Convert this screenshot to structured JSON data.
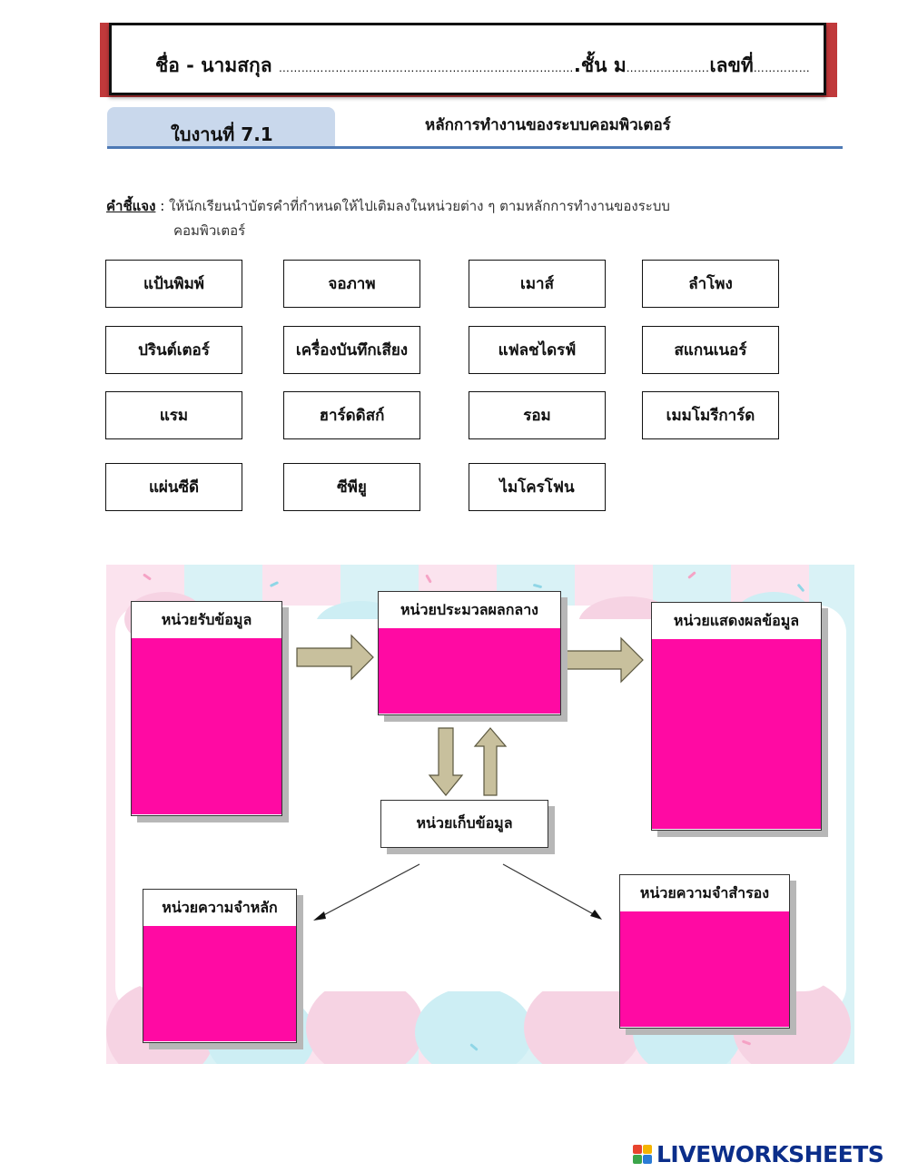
{
  "header": {
    "name_label": "ชื่อ - นามสกุล",
    "name_dots": "……………………………………………………………………",
    "class_label": ".ชั้น ม",
    "class_dots": "………………….",
    "number_label": "เลขที่",
    "number_dots": "……………"
  },
  "worksheet": {
    "tab_label": "ใบงานที่ 7.1",
    "title": "หลักการทำงานของระบบคอมพิวเตอร์"
  },
  "instructions": {
    "label": "คำชี้แจง",
    "separator": " : ",
    "text": "ให้นักเรียนนำบัตรคำที่กำหนดให้ไปเติมลงในหน่วยต่าง ๆ ตามหลักการทำงานของระบบ",
    "continuation": "คอมพิวเตอร์"
  },
  "word_cards": [
    "แป้นพิมพ์",
    "จอภาพ",
    "เมาส์",
    "ลำโพง",
    "ปรินต์เตอร์",
    "เครื่องบันทึกเสียง",
    "แฟลชไดรฟ์",
    "สแกนเนอร์",
    "แรม",
    "ฮาร์ดดิสก์",
    "รอม",
    "เมมโมรีการ์ด",
    "แผ่นซีดี",
    "ซีพียู",
    "ไมโครโฟน"
  ],
  "diagram": {
    "input_unit": "หน่วยรับข้อมูล",
    "cpu_unit": "หน่วยประมวลผลกลาง",
    "output_unit": "หน่วยแสดงผลข้อมูล",
    "storage_unit": "หน่วยเก็บข้อมูล",
    "primary_memory": "หน่วยความจำหลัก",
    "secondary_memory": "หน่วยความจำสำรอง",
    "drop_color": "#ff0aa3",
    "arrow_color": "#c8c09d"
  },
  "footer": {
    "logo_text": "LIVEWORKSHEETS"
  }
}
